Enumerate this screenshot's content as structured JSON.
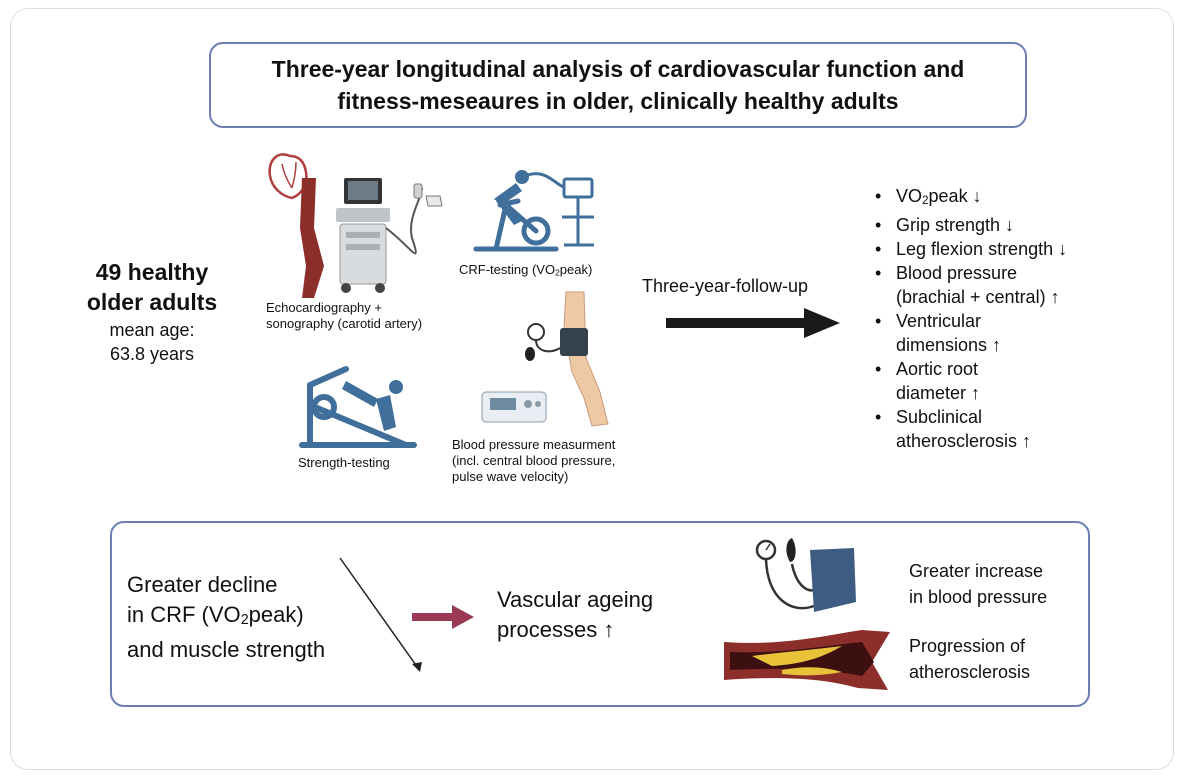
{
  "title": {
    "line1": "Three-year longitudinal analysis of cardiovascular function and",
    "line2": "fitness-meseaures in older, clinically healthy adults"
  },
  "population": {
    "count_line1": "49 healthy",
    "count_line2": "older adults",
    "age_line1": "mean age:",
    "age_line2": "63.8 years"
  },
  "methods": {
    "echo_line1": "Echocardiography +",
    "echo_line2": "sonography (carotid artery)",
    "crf_prefix": "CRF-testing (VO",
    "crf_sub": "2",
    "crf_suffix": "peak)",
    "strength": "Strength-testing",
    "bp_line1": "Blood pressure measurment",
    "bp_line2": "(incl. central blood pressure,",
    "bp_line3": "pulse wave velocity)"
  },
  "followup_label": "Three-year-follow-up",
  "outcomes": {
    "vo2_prefix": "VO",
    "vo2_sub": "2",
    "vo2_suffix": "peak ↓",
    "grip": "Grip strength ↓",
    "leg": "Leg flexion strength ↓",
    "bp_line1": "Blood pressure",
    "bp_line2": "(brachial + central) ↑",
    "vent_line1": "Ventricular",
    "vent_line2": "dimensions ↑",
    "aortic_line1": "Aortic root",
    "aortic_line2": "diameter ↑",
    "sub_line1": "Subclinical",
    "sub_line2": "atherosclerosis ↑"
  },
  "conclusion": {
    "decline_line1": "Greater decline",
    "decline_line2_prefix": "in CRF (VO",
    "decline_line2_sub": "2",
    "decline_line2_suffix": "peak)",
    "decline_line3": "and muscle strength",
    "vascular_line1": "Vascular ageing",
    "vascular_line2": "processes ↑",
    "bp_line1": "Greater increase",
    "bp_line2": "in blood pressure",
    "athero_line1": "Progression of",
    "athero_line2": "atherosclerosis"
  },
  "colors": {
    "box_border": "#6b7fb5",
    "arrow_dark": "#1a1a1a",
    "arrow_red": "#9b3a55",
    "vessel": "#8c2f2a",
    "plaque": "#e9c23a",
    "icon_blue": "#3f6f9a"
  },
  "icons": [
    "heart-icon",
    "ultrasound-machine-icon",
    "exercise-bike-icon",
    "leg-press-icon",
    "bp-cuff-icon",
    "bp-monitor-icon",
    "arm-icon",
    "artery-plaque-icon",
    "sphygmomanometer-icon"
  ]
}
